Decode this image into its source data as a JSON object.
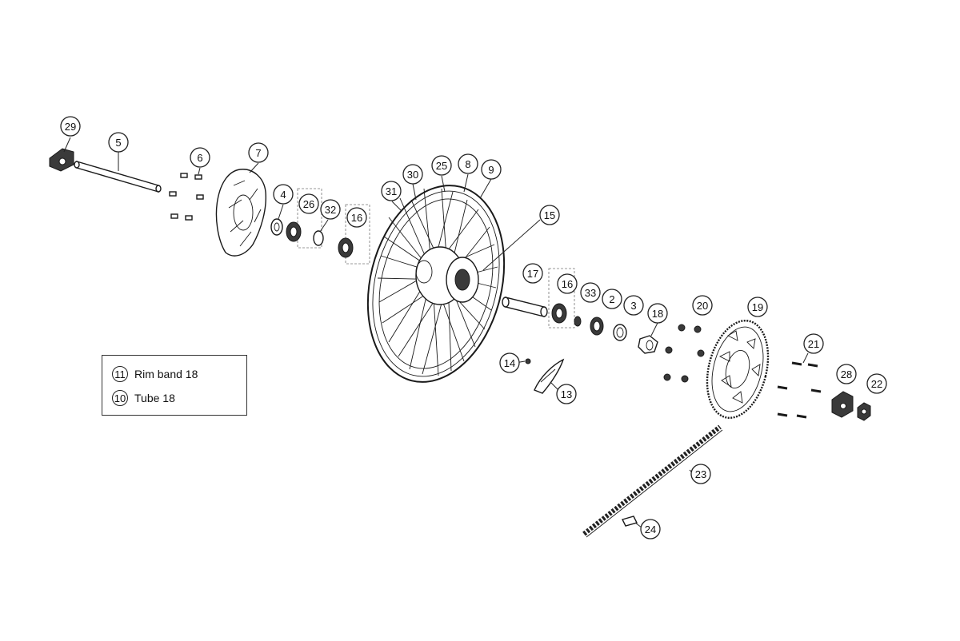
{
  "legend": [
    {
      "number": "11",
      "label": "Rim band 18"
    },
    {
      "number": "10",
      "label": "Tube 18"
    }
  ],
  "callouts": [
    "29",
    "5",
    "6",
    "7",
    "4",
    "26",
    "32",
    "16",
    "31",
    "30",
    "25",
    "8",
    "9",
    "15",
    "17",
    "16",
    "33",
    "2",
    "3",
    "18",
    "20",
    "19",
    "14",
    "13",
    "21",
    "28",
    "22",
    "23",
    "24"
  ]
}
